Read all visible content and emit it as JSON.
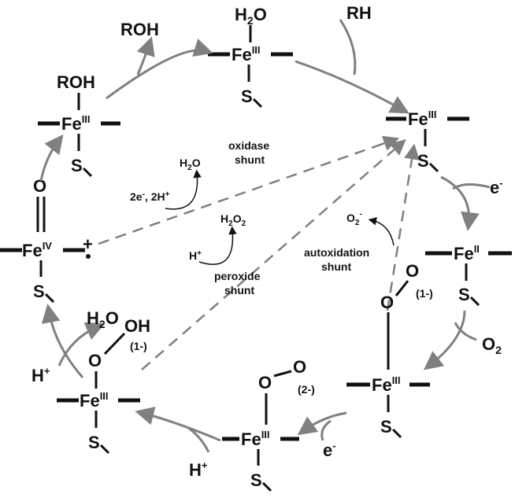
{
  "species": {
    "roh_complex": {
      "ligand": "ROH",
      "metal": "Fe",
      "ox": "III",
      "axial": "S"
    },
    "water_complex": {
      "ligand_h": "H",
      "ligand_sub": "2",
      "ligand_o": "O",
      "metal": "Fe",
      "ox": "III",
      "axial": "S"
    },
    "substrate_bound": {
      "metal": "Fe",
      "ox": "III",
      "axial": "S"
    },
    "ferrous": {
      "metal": "Fe",
      "ox": "II",
      "axial": "S"
    },
    "superoxo": {
      "o1": "O",
      "o2": "O",
      "charge": "(1-)",
      "metal": "Fe",
      "ox": "III",
      "axial": "S"
    },
    "peroxo": {
      "o1": "O",
      "o2": "O",
      "charge": "(2-)",
      "metal": "Fe",
      "ox": "III",
      "axial": "S"
    },
    "hydroperoxo": {
      "o1": "O",
      "oh": "OH",
      "charge": "(1-)",
      "metal": "Fe",
      "ox": "III",
      "axial": "S"
    },
    "compound_i": {
      "oxo": "O",
      "metal": "Fe",
      "ox": "IV",
      "radical": "+",
      "axial": "S"
    }
  },
  "reagents": {
    "roh_out": "ROH",
    "rh_in": "RH",
    "e1": "e",
    "e1_sup": "-",
    "o2": "O",
    "o2_sub": "2",
    "e2": "e",
    "e2_sup": "-",
    "h1": "H",
    "h1_sup": "+",
    "h2": "H",
    "h2_sup": "+",
    "h2o_out_h": "H",
    "h2o_out_sub": "2",
    "h2o_out_o": "O"
  },
  "shunts": {
    "oxidase": {
      "line1": "oxidase",
      "line2": "shunt",
      "input": "2e",
      "input_sup": "-",
      "input_rest": ", 2H",
      "input_sup2": "+",
      "product_h": "H",
      "product_sub": "2",
      "product_o": "O"
    },
    "peroxide": {
      "line1": "peroxide",
      "line2": "shunt",
      "input": "H",
      "input_sup": "+",
      "product_h": "H",
      "product_sub": "2",
      "product_o": "O",
      "product_sub2": "2"
    },
    "autoxidation": {
      "line1": "autoxidation",
      "line2": "shunt",
      "product": "O",
      "product_sub": "2",
      "product_sup": "-"
    }
  }
}
